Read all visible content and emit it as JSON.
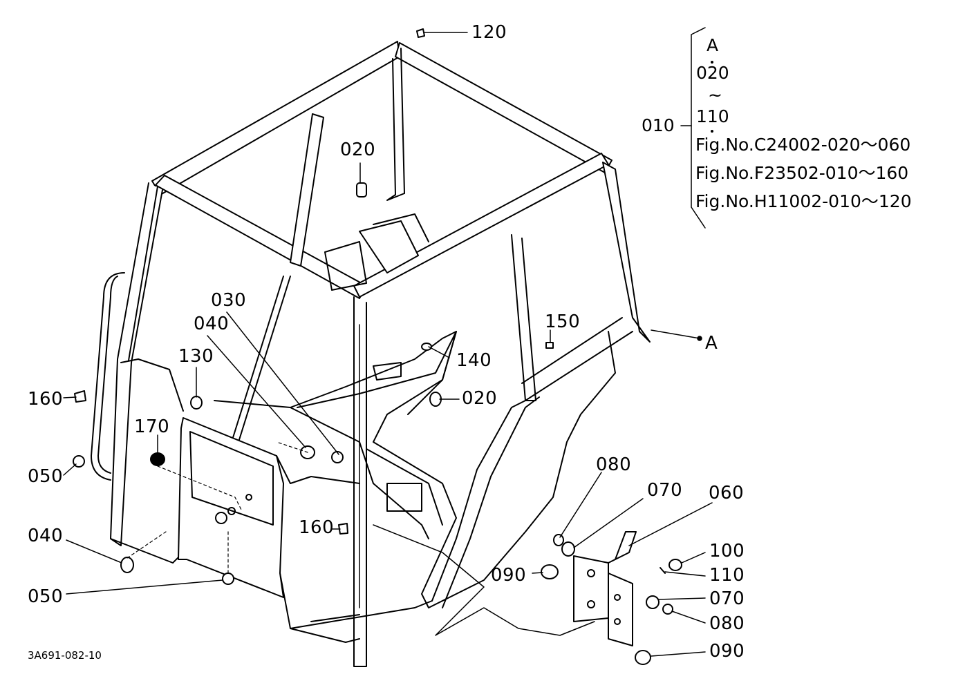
{
  "drawing_code": "3A691-082-10",
  "reference": {
    "main_label": "010",
    "bracket_items": [
      "A",
      "020",
      "~",
      "110"
    ],
    "fig_refs": [
      "Fig.No.C24002-020～060",
      "Fig.No.F23502-010～160",
      "Fig.No.H11002-010～120"
    ],
    "pointer_label": "A"
  },
  "callouts": [
    {
      "id": "c120",
      "label": "120"
    },
    {
      "id": "c020a",
      "label": "020"
    },
    {
      "id": "c020b",
      "label": "020"
    },
    {
      "id": "c030",
      "label": "030"
    },
    {
      "id": "c040a",
      "label": "040"
    },
    {
      "id": "c130",
      "label": "130"
    },
    {
      "id": "c140",
      "label": "140"
    },
    {
      "id": "c150",
      "label": "150"
    },
    {
      "id": "c160a",
      "label": "160"
    },
    {
      "id": "c170",
      "label": "170"
    },
    {
      "id": "c050a",
      "label": "050"
    },
    {
      "id": "c040b",
      "label": "040"
    },
    {
      "id": "c050b",
      "label": "050"
    },
    {
      "id": "c160b",
      "label": "160"
    },
    {
      "id": "c080a",
      "label": "080"
    },
    {
      "id": "c070a",
      "label": "070"
    },
    {
      "id": "c060",
      "label": "060"
    },
    {
      "id": "c090a",
      "label": "090"
    },
    {
      "id": "c100",
      "label": "100"
    },
    {
      "id": "c110",
      "label": "110"
    },
    {
      "id": "c070b",
      "label": "070"
    },
    {
      "id": "c080b",
      "label": "080"
    },
    {
      "id": "c090b",
      "label": "090"
    }
  ]
}
